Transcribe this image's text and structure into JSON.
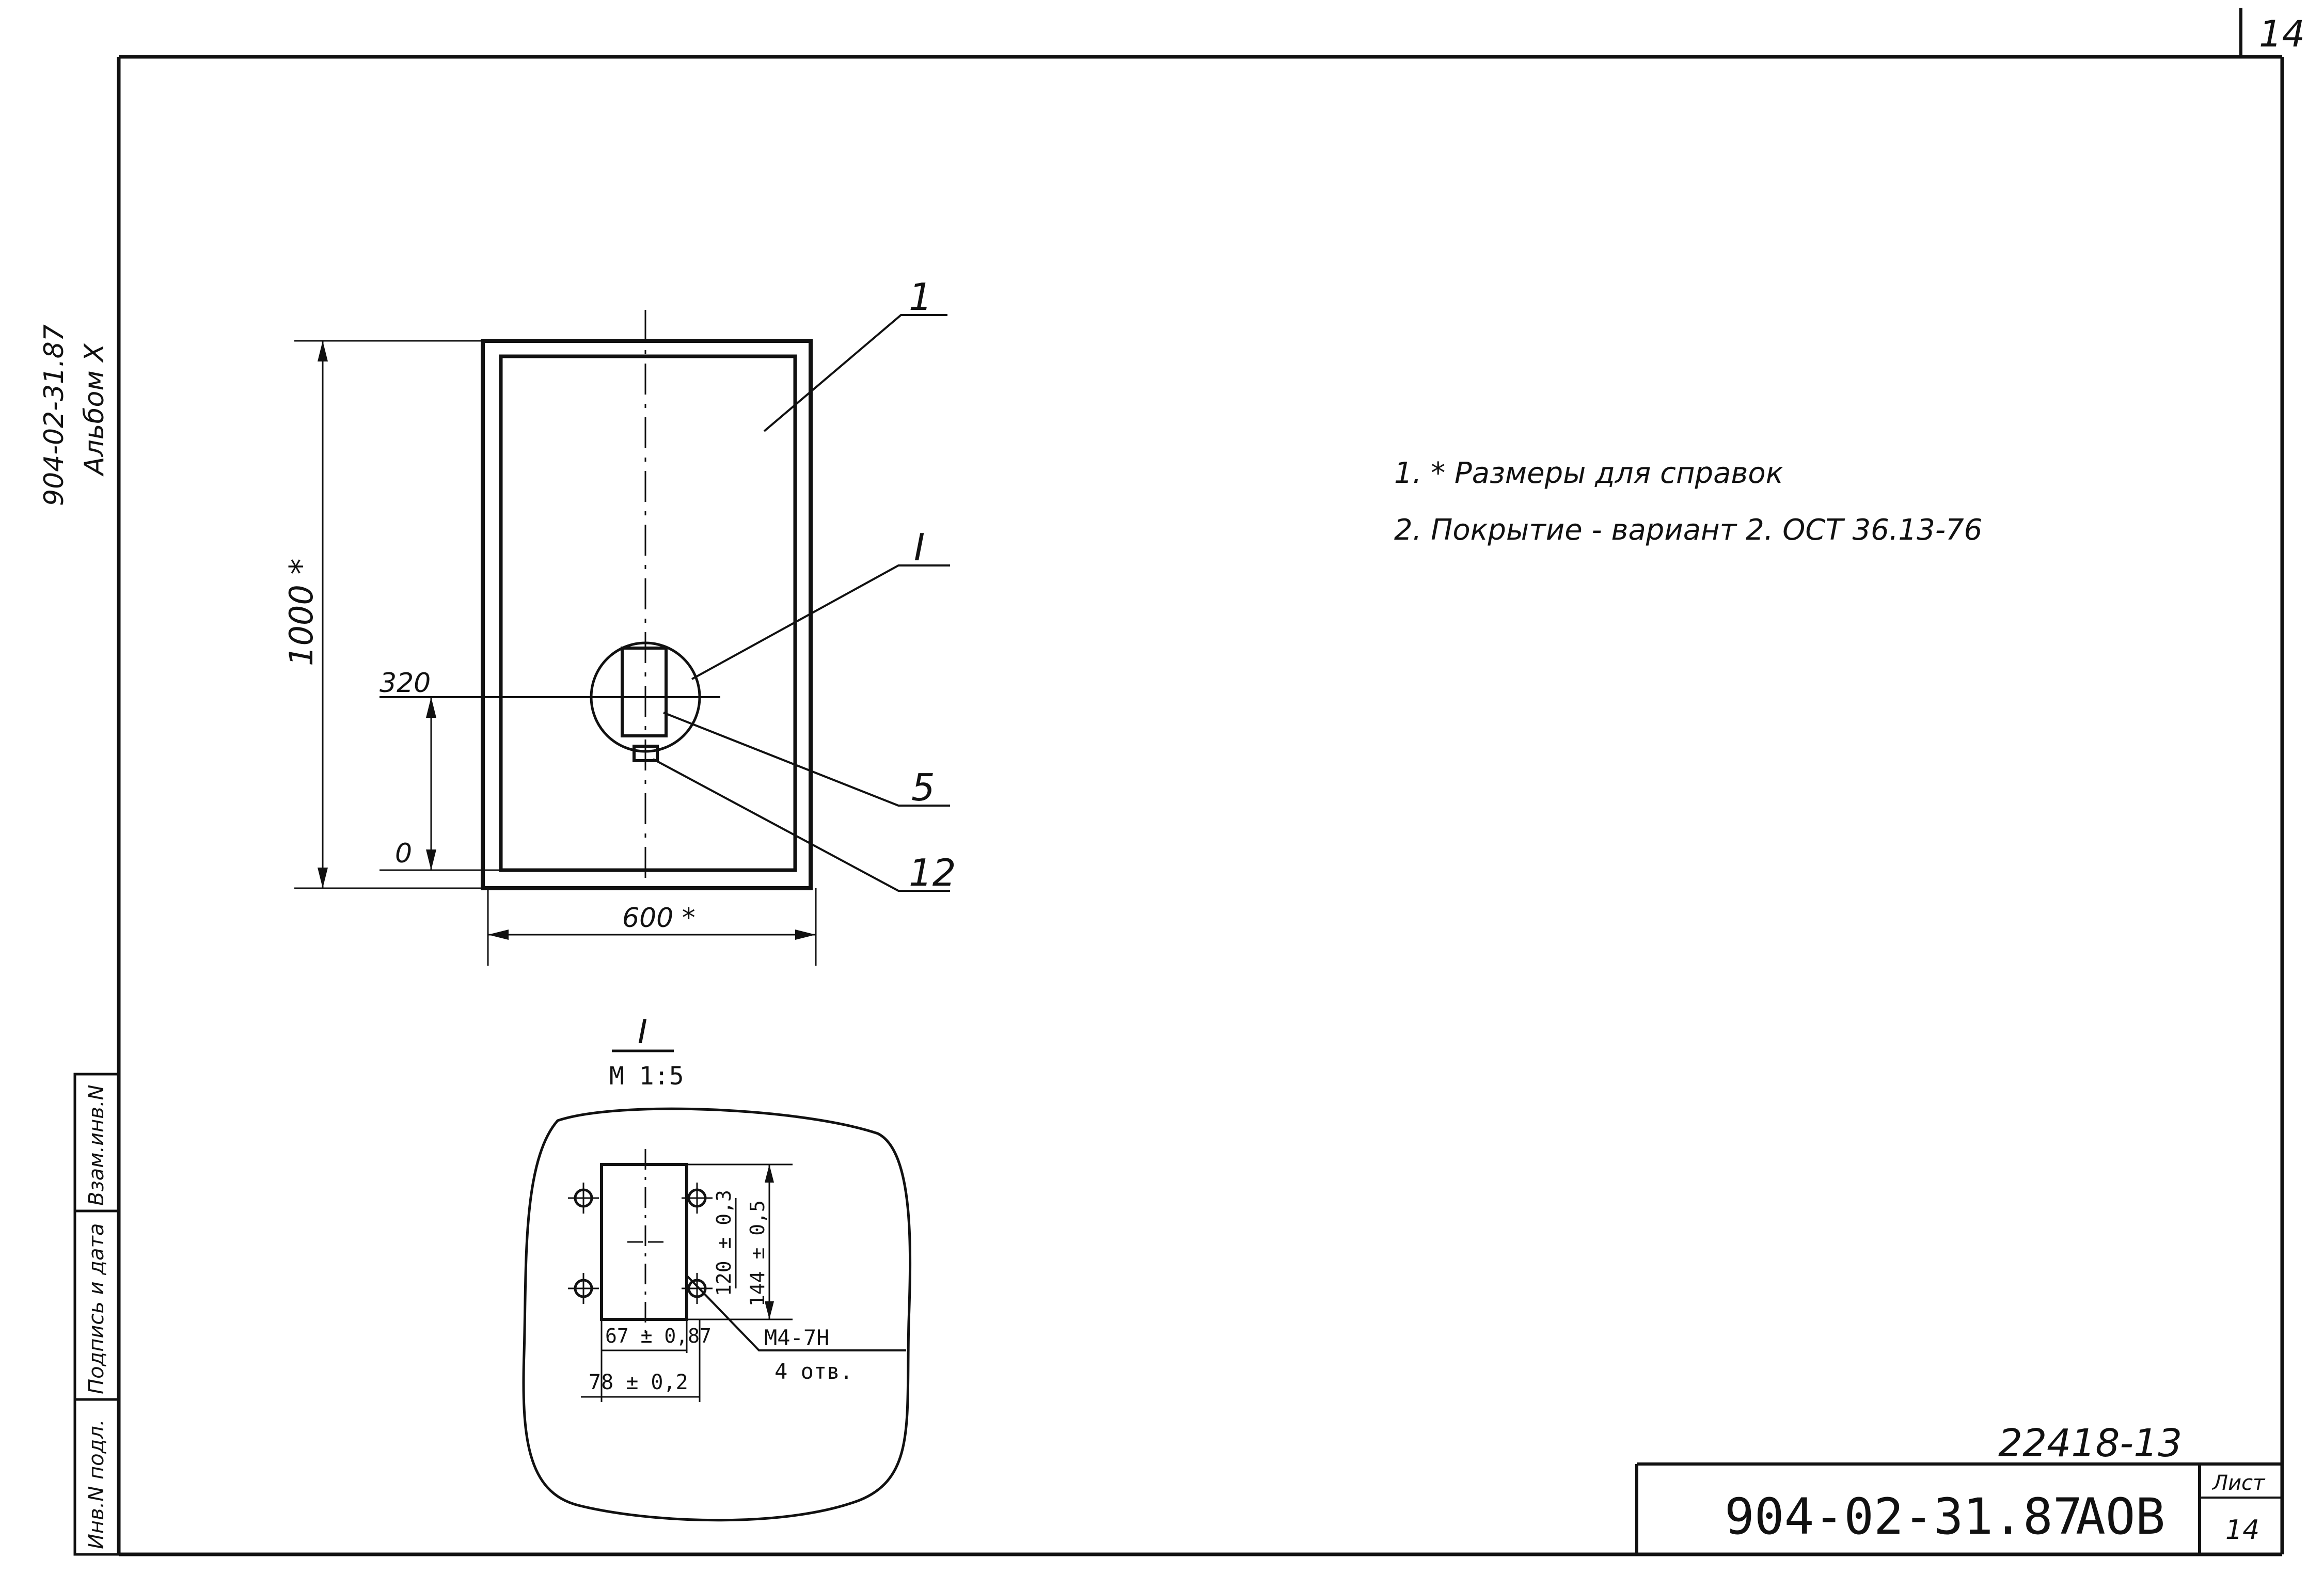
{
  "sheet": {
    "corner_number": "14",
    "side_code": "904-02-31.87",
    "side_album": "Альбом X",
    "side_stamp": [
      "Инв.N подл.",
      "Подпись и дата",
      "Взам.инв.N"
    ]
  },
  "notes": [
    "1. * Размеры для справок",
    "2. Покрытие - вариант 2.    ОСТ 36.13-76"
  ],
  "main_view": {
    "dim_height": "1000 *",
    "dim_width": "600 *",
    "level_top": "320",
    "level_zero": "0",
    "callouts": [
      "1",
      "I",
      "5",
      "12"
    ]
  },
  "detail": {
    "title": "I",
    "scale": "М 1:5",
    "dim_width_inner": "67 ± 0,87",
    "dim_width_outer": "78 ± 0,2",
    "dim_height_inner": "120 ± 0,3",
    "dim_height_outer": "144 ± 0,5",
    "thread": "М4-7Н",
    "holes": "4 отв."
  },
  "title_block": {
    "doc_number": "22418-13",
    "code": "904-02-31.87",
    "section": "АОВ",
    "sheet_label": "Лист",
    "sheet_number": "14"
  }
}
